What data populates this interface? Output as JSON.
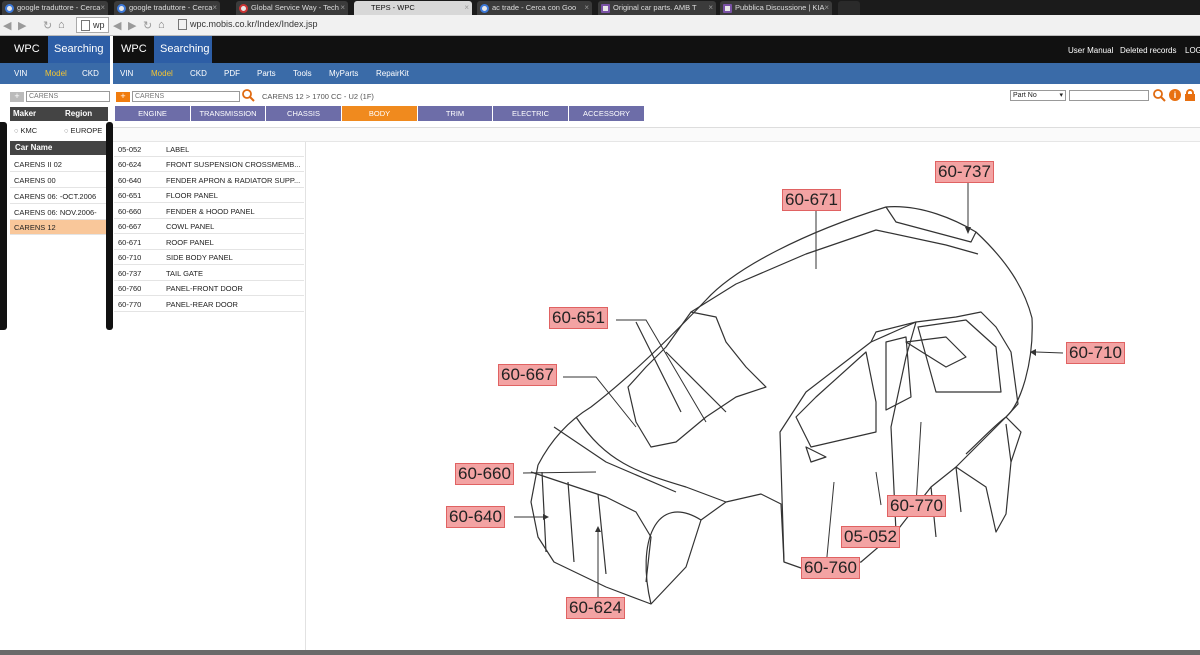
{
  "browser": {
    "tabs": [
      {
        "title": "google traduttore - Cerca",
        "icon": "google-icon"
      },
      {
        "title": "google traduttore - Cerca",
        "icon": "google-icon"
      },
      {
        "title": "Global Service Way - Tech",
        "icon": "globe-icon"
      },
      {
        "title": "TEPS - WPC",
        "icon": "page-icon"
      },
      {
        "title": "ac trade - Cerca con Goo",
        "icon": "google-icon"
      },
      {
        "title": "Original car parts. AMB T",
        "icon": "page-icon"
      },
      {
        "title": "Pubblica Discussione | KIA",
        "icon": "page-icon"
      }
    ],
    "url_left": "wp",
    "url": "wpc.mobis.co.kr/Index/Index.jsp"
  },
  "app": {
    "logo": "WPC",
    "mode": "Searching",
    "header_links": [
      "User Manual",
      "Deleted records",
      "LOG"
    ],
    "menu": [
      "VIN",
      "Model",
      "CKD",
      "PDF",
      "Parts",
      "Tools",
      "MyParts",
      "RepairKit"
    ],
    "left_menu": [
      "VIN",
      "Model",
      "CKD"
    ],
    "model_input": "CARENS",
    "breadcrumb": "CARENS 12 > 1700 CC - U2 (1F)",
    "search_type": "Part No",
    "categories": [
      "ENGINE",
      "TRANSMISSION",
      "CHASSIS",
      "BODY",
      "TRIM",
      "ELECTRIC",
      "ACCESSORY"
    ],
    "active_category": "BODY"
  },
  "filter": {
    "maker_label": "Maker",
    "region_label": "Region",
    "maker_option": "KMC",
    "region_option": "EUROPE",
    "car_name_label": "Car Name",
    "cars": [
      "CARENS II 02",
      "CARENS 00",
      "CARENS 06: -OCT.2006",
      "CARENS 06: NOV.2006-",
      "CARENS 12"
    ],
    "selected_car": "CARENS 12"
  },
  "parts": [
    {
      "code": "05-052",
      "name": "LABEL"
    },
    {
      "code": "60-624",
      "name": "FRONT SUSPENSION CROSSMEMB..."
    },
    {
      "code": "60-640",
      "name": "FENDER APRON & RADIATOR SUPP..."
    },
    {
      "code": "60-651",
      "name": "FLOOR PANEL"
    },
    {
      "code": "60-660",
      "name": "FENDER & HOOD PANEL"
    },
    {
      "code": "60-667",
      "name": "COWL PANEL"
    },
    {
      "code": "60-671",
      "name": "ROOF PANEL"
    },
    {
      "code": "60-710",
      "name": "SIDE BODY PANEL"
    },
    {
      "code": "60-737",
      "name": "TAIL GATE"
    },
    {
      "code": "60-760",
      "name": "PANEL-FRONT DOOR"
    },
    {
      "code": "60-770",
      "name": "PANEL-REAR DOOR"
    }
  ],
  "diagram_labels": [
    "60-737",
    "60-671",
    "60-651",
    "60-710",
    "60-667",
    "60-660",
    "60-640",
    "60-770",
    "05-052",
    "60-760",
    "60-624"
  ],
  "colors": {
    "accent": "#f08a1e",
    "menu": "#3a6ba8",
    "category": "#6d6da8",
    "label": "#f3a3a3"
  }
}
